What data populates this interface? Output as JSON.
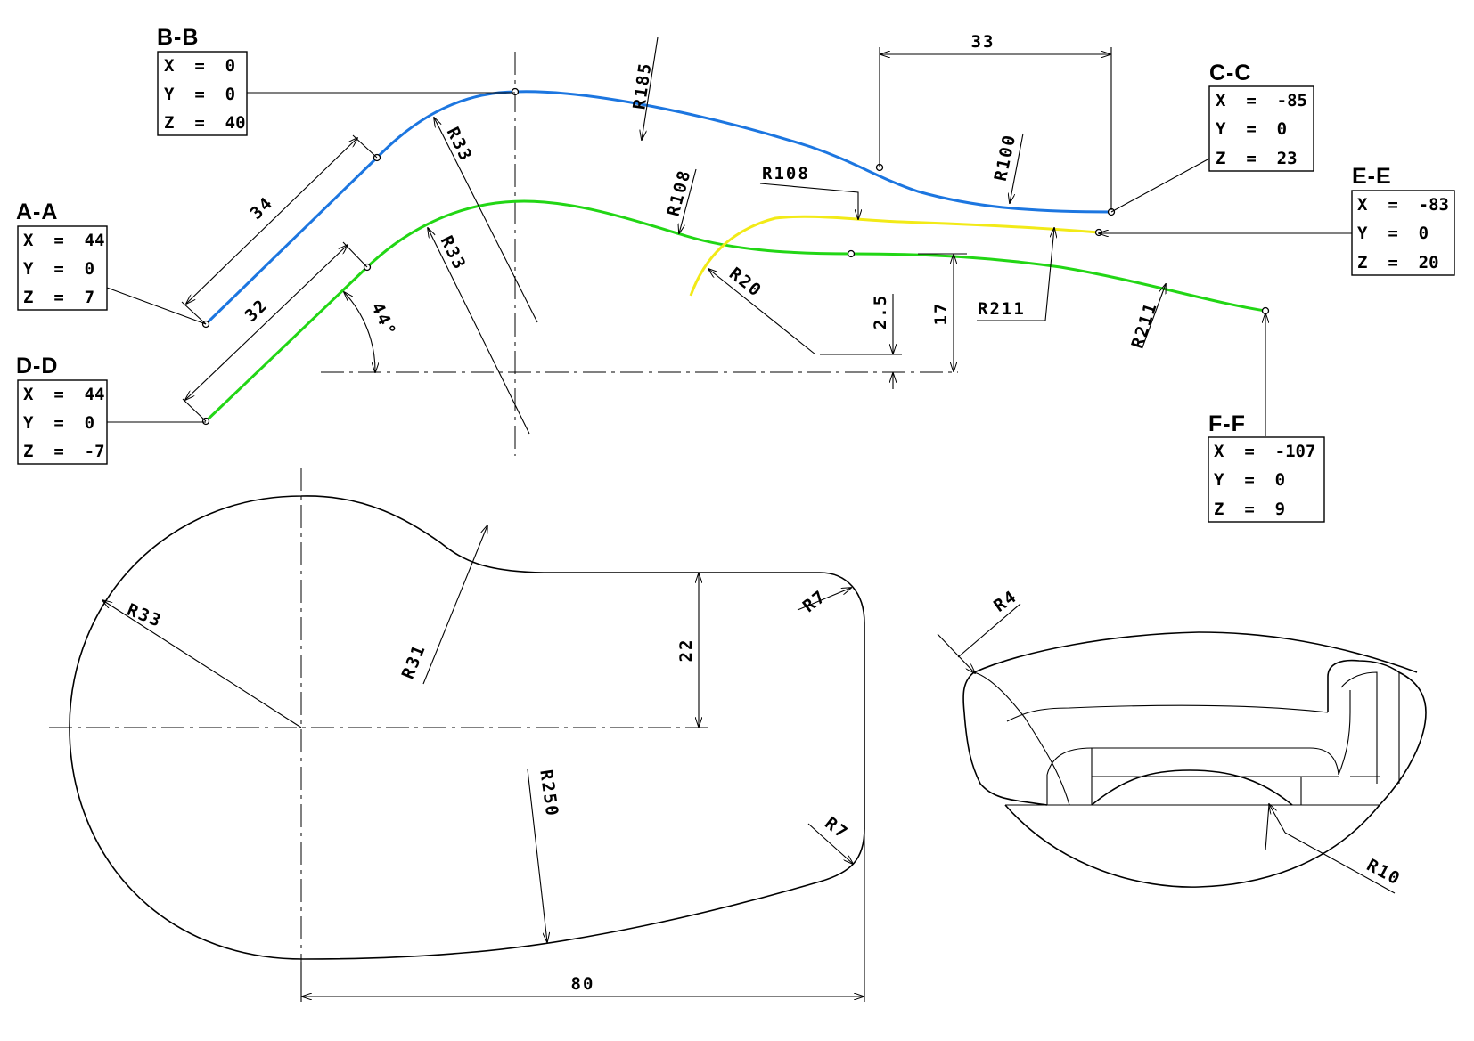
{
  "colors": {
    "upper_curve": "#1c76e0",
    "lower_curve": "#22d615",
    "middle_curve": "#f2ea17",
    "line": "#000000"
  },
  "sections": {
    "aa": {
      "title": "A-A",
      "x": "X  =  44",
      "y": "Y  =  0",
      "z": "Z  =  7"
    },
    "bb": {
      "title": "B-B",
      "x": "X  =  0",
      "y": "Y  =  0",
      "z": "Z  =  40"
    },
    "cc": {
      "title": "C-C",
      "x": "X  =  -85",
      "y": "Y  =  0",
      "z": "Z  =  23"
    },
    "dd": {
      "title": "D-D",
      "x": "X  =  44",
      "y": "Y  =  0",
      "z": "Z  =  -7"
    },
    "ee": {
      "title": "E-E",
      "x": "X  =  -83",
      "y": "Y  =  0",
      "z": "Z  =  20"
    },
    "ff": {
      "title": "F-F",
      "x": "X  =  -107",
      "y": "Y  =  0",
      "z": "Z  =  9"
    }
  },
  "side_view": {
    "dim_33": "33",
    "r185": "R185",
    "r33_upper": "R33",
    "r33_lower": "R33",
    "r108_a": "R108",
    "r108_b": "R108",
    "r100": "R100",
    "dim_34": "34",
    "dim_32": "32",
    "angle_44": "44°",
    "r20": "R20",
    "dim_2_5": "2.5",
    "dim_17": "17",
    "r211_a": "R211",
    "r211_b": "R211"
  },
  "top_view": {
    "r33": "R33",
    "r31": "R31",
    "r7_top": "R7",
    "r7_bottom": "R7",
    "dim_22": "22",
    "r250": "R250",
    "dim_80": "80"
  },
  "iso_view": {
    "r4": "R4",
    "r10": "R10"
  }
}
